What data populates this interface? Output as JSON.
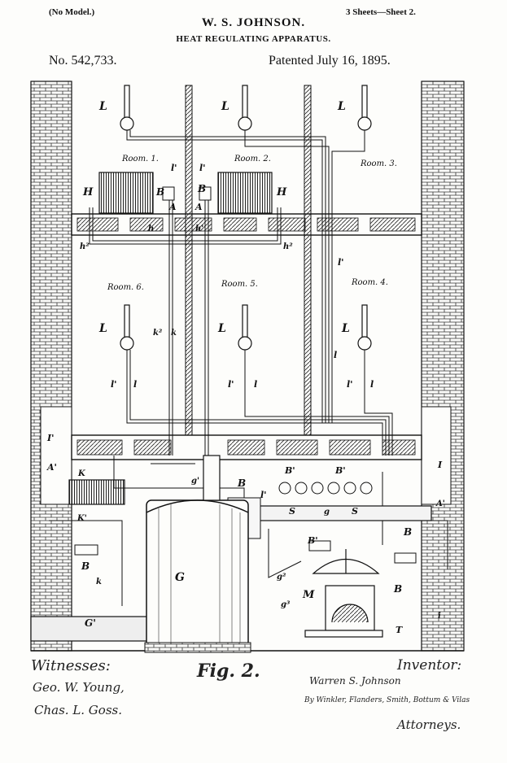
{
  "header": {
    "model_note": "(No Model.)",
    "sheet_note": "3 Sheets—Sheet 2.",
    "inventor": "W. S. JOHNSON.",
    "title": "HEAT REGULATING APPARATUS.",
    "patent_number": "No. 542,733.",
    "patent_date": "Patented July 16, 1895."
  },
  "rooms": {
    "r1": "Room. 1.",
    "r2": "Room. 2.",
    "r3": "Room. 3.",
    "r4": "Room. 4.",
    "r5": "Room. 5.",
    "r6": "Room. 6."
  },
  "labels": {
    "L": "L",
    "H": "H",
    "A": "A",
    "B": "B",
    "B1": "B'",
    "l": "l",
    "l1": "l'",
    "h": "h",
    "h1": "h'",
    "h2": "h²",
    "k": "k",
    "k1": "k'",
    "k2": "k²",
    "K": "K",
    "K1": "K'",
    "I": "I",
    "I1": "I'",
    "A1": "A'",
    "G": "G",
    "G1": "G'",
    "g": "g",
    "g1": "g'",
    "g2": "g²",
    "g3": "g³",
    "S": "S",
    "M": "M",
    "T": "T",
    "i": "i"
  },
  "figure": "Fig. 2.",
  "footer": {
    "witnesses_label": "Witnesses:",
    "witness1": "Geo. W. Young,",
    "witness2": "Chas. L. Goss.",
    "inventor_label": "Inventor:",
    "inventor_sig": "Warren S. Johnson",
    "by_line": "By Winkler, Flanders, Smith, Bottum & Vilas",
    "attorneys": "Attorneys."
  }
}
